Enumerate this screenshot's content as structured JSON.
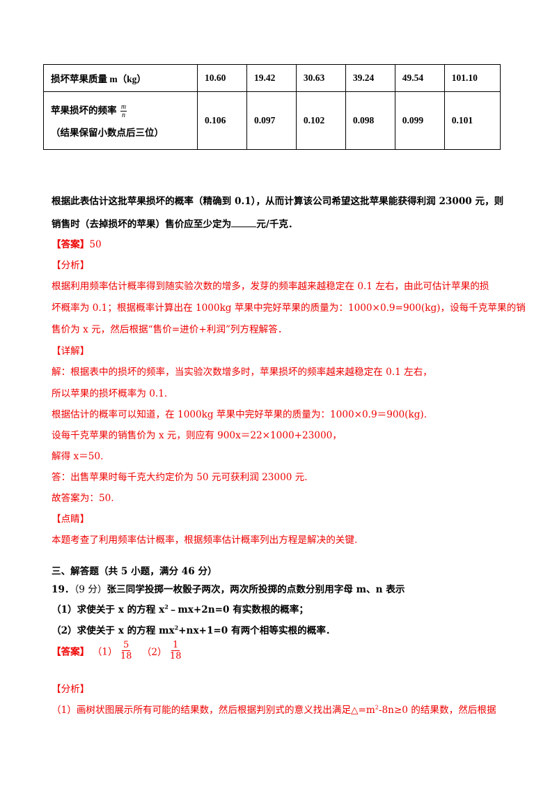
{
  "table": {
    "row1": {
      "label": "损坏苹果质量 m（kg）",
      "values": [
        "10.60",
        "19.42",
        "30.63",
        "39.24",
        "49.54",
        "101.10"
      ]
    },
    "row2": {
      "label_prefix": "苹果损坏的频率",
      "frac_num": "m",
      "frac_den": "n",
      "label_note": "（结果保留小数点后三位）",
      "values": [
        "0.106",
        "0.097",
        "0.102",
        "0.098",
        "0.099",
        "0.101"
      ]
    }
  },
  "q18": {
    "line1": "根据此表估计这批苹果损坏的概率（精确到 0.1），从而计算该公司希望这批苹果能获得利润 23000 元，则",
    "line2_a": "销售时（去掉损坏的苹果）售价应至少定为",
    "line2_b": "元/千克．",
    "answer_tag": "【答案】",
    "answer": "50",
    "analysis_tag": "【分析】",
    "analysis": [
      "根据利用频率估计概率得到随实验次数的增多，发芽的频率越来越稳定在 0.1 左右，由此可估计苹果的损",
      "坏概率为 0.1；根据概率计算出在 1000kg 苹果中完好苹果的质量为：1000×0.9=900(kg)，设每千克苹果的销",
      "售价为 x 元，然后根据“售价=进价+利润”列方程解答．"
    ],
    "detail_tag": "【详解】",
    "detail": [
      "解：根据表中的损坏的频率，当实验次数增多时，苹果损坏的频率越来越稳定在 0.1 左右，",
      "所以苹果的损坏概率为 0.1.",
      "根据估计的概率可以知道，在 1000kg 苹果中完好苹果的质量为：1000×0.9＝900(kg).",
      "设每千克苹果的销售价为 x 元，则应有 900x＝22×1000+23000，",
      "解得 x＝50.",
      "答：出售苹果时每千克大约定价为 50 元可获利润 23000 元.",
      "故答案为：50."
    ],
    "comment_tag": "【点睛】",
    "comment": "本题考查了利用频率估计概率，根据频率估计概率列出方程是解决的关键."
  },
  "section3": {
    "heading": "三、解答题（共 5 小题，满分 46 分）",
    "q19_num": "19．",
    "q19_score": "（9 分）",
    "q19_text": "张三同学投掷一枚骰子两次，两次所投掷的点数分别用字母 m、n 表示",
    "q19_p1_a": "（1）求使关于 x 的方程 x",
    "q19_p1_sup": "2",
    "q19_p1_b": "﹣mx+2n=0 有实数根的概率；",
    "q19_p2_a": "（2）求使关于 x 的方程 mx",
    "q19_p2_sup": "2",
    "q19_p2_b": "+nx+1=0 有两个相等实根的概率．",
    "answer_tag": "【答案】",
    "ans1_label": "（1）",
    "ans1_num": "5",
    "ans1_den": "18",
    "ans2_label": "（2）",
    "ans2_num": "1",
    "ans2_den": "18",
    "analysis_tag": "【分析】",
    "analysis_a": "（1）画树状图展示所有可能的结果数，然后根据判别式的意义找出满足△=m",
    "analysis_sup": "2",
    "analysis_b": "-8n≥0 的结果数，然后根据"
  }
}
